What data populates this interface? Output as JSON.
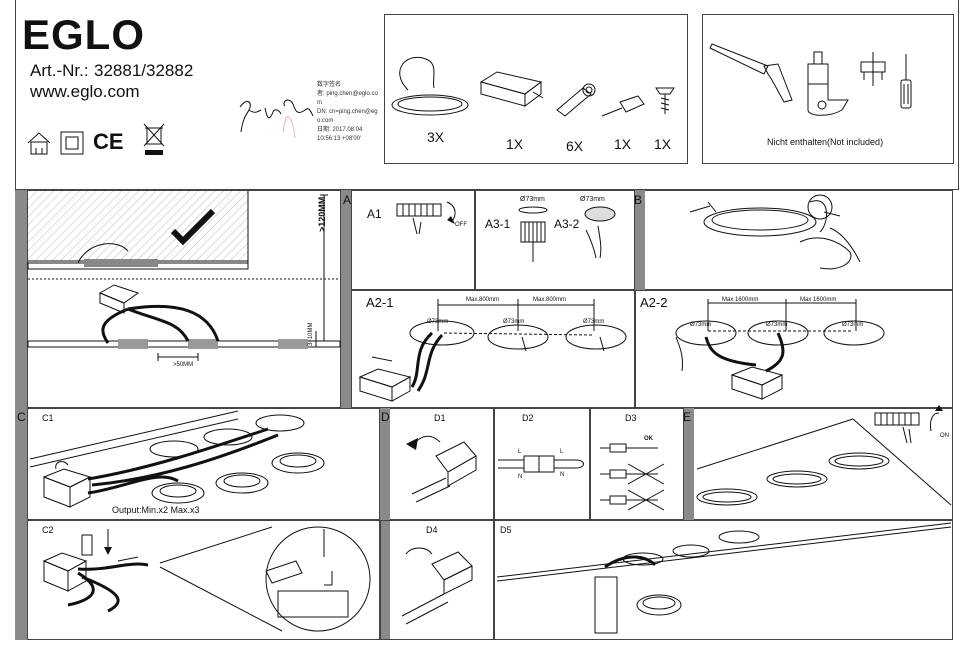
{
  "header": {
    "brand": "EGLO",
    "article_label": "Art.-Nr.:",
    "article_numbers": "32881/32882",
    "website": "www.eglo.com",
    "signature_block": {
      "line1": "数字签名",
      "line2": "者: ping.chen@eglo.co",
      "line3": "m",
      "line4": "DN: cn=ping.chen@eg",
      "line5": "o.com",
      "line6": "日期: 2017.08.04",
      "line7": "10:56:13 +08'00'"
    },
    "icons": [
      "indoor-house-icon",
      "class-ii-double-square-icon",
      "ce-mark-icon",
      "weee-crossed-bin-icon"
    ]
  },
  "contents": {
    "items": [
      {
        "name": "downlight",
        "qty": "3X"
      },
      {
        "name": "driver",
        "qty": "1X"
      },
      {
        "name": "connector",
        "qty": "6X"
      },
      {
        "name": "plug",
        "qty": "1X"
      },
      {
        "name": "screw",
        "qty": "1X"
      }
    ]
  },
  "not_included": {
    "label": "Nicht enthalten(Not included)",
    "tools": [
      "saw-icon",
      "drill-socket-icon",
      "wire-stripper-icon",
      "screwdriver-icon"
    ]
  },
  "sections": {
    "A": "A",
    "A1": "A1",
    "off": "OFF",
    "A3_1": "A3-1",
    "A3_2": "A3-2",
    "dia": "Ø73mm",
    "depth": ">120MM",
    "gap_small": "3~10MM",
    "gap_min": ">50MM",
    "B": "B",
    "A2_1": "A2-1",
    "max800": "Max.800mm",
    "A2_2": "A2-2",
    "max1600": "Max 1600mm",
    "C": "C",
    "C1": "C1",
    "output": "Output:Min.x2  Max.x3",
    "C2": "C2",
    "D": "D",
    "D1": "D1",
    "D2": "D2",
    "D3": "D3",
    "ok": "OK",
    "L": "L",
    "N": "N",
    "D4": "D4",
    "D5": "D5",
    "E": "E",
    "on": "ON"
  }
}
